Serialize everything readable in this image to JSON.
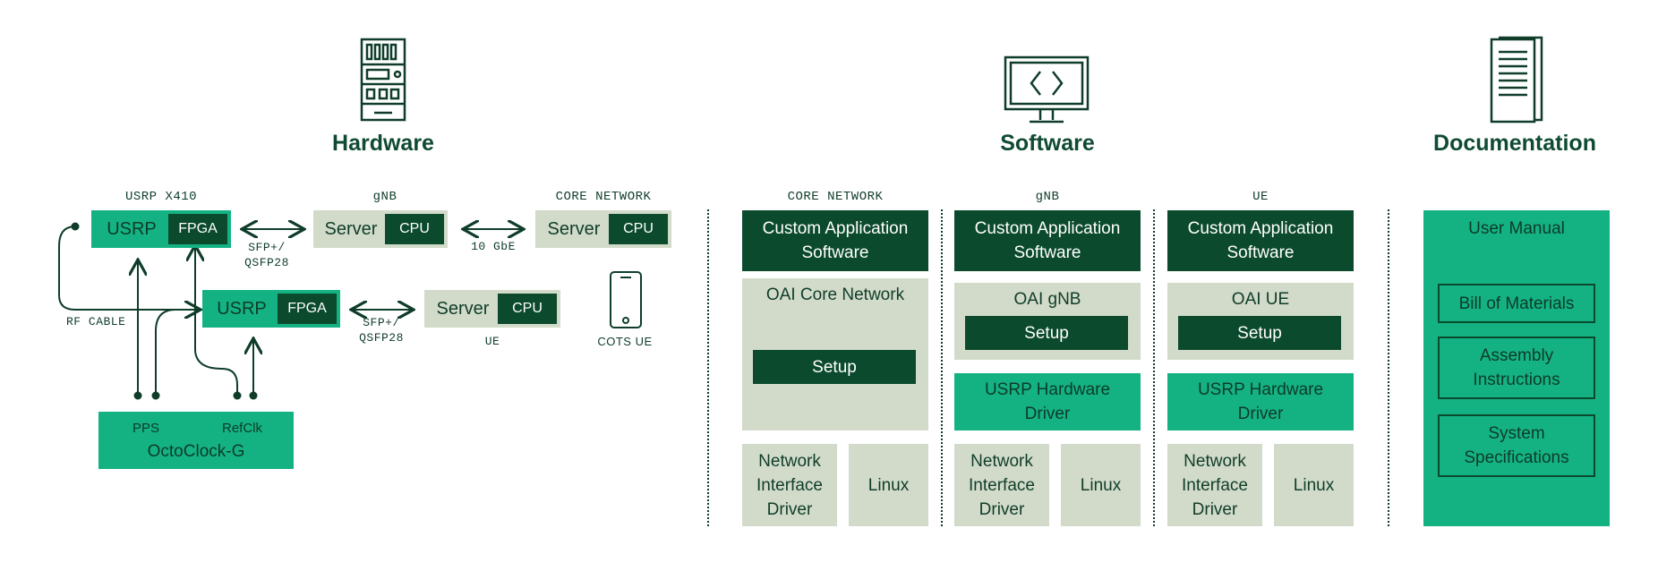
{
  "sections": {
    "hardware": "Hardware",
    "software": "Software",
    "documentation": "Documentation"
  },
  "hardware": {
    "usrp_x410_label": "USRP X410",
    "gnb_label": "gNB",
    "core_label": "CORE NETWORK",
    "usrp": "USRP",
    "fpga": "FPGA",
    "server": "Server",
    "cpu": "CPU",
    "link1": "SFP+/\nQSFP28",
    "link_10gbe": "10 GbE",
    "link2": "SFP+/\nQSFP28",
    "rf_cable": "RF CABLE",
    "ue_label": "UE",
    "cots_ue": "COTS UE",
    "pps": "PPS",
    "refclk": "RefClk",
    "octoclock": "OctoClock-G"
  },
  "software": {
    "columns": [
      {
        "label": "CORE NETWORK",
        "app": "Custom Application\nSoftware",
        "stack": "OAI Core Network",
        "setup": "Setup",
        "nic": "Network\nInterface\nDriver",
        "os": "Linux"
      },
      {
        "label": "gNB",
        "app": "Custom Application\nSoftware",
        "stack": "OAI gNB",
        "setup": "Setup",
        "driver": "USRP Hardware\nDriver",
        "nic": "Network\nInterface\nDriver",
        "os": "Linux"
      },
      {
        "label": "UE",
        "app": "Custom Application\nSoftware",
        "stack": "OAI UE",
        "setup": "Setup",
        "driver": "USRP Hardware\nDriver",
        "nic": "Network\nInterface\nDriver",
        "os": "Linux"
      }
    ]
  },
  "documentation": {
    "title": "User Manual",
    "items": [
      "Bill of Materials",
      "Assembly\nInstructions",
      "System\nSpecifications"
    ]
  },
  "colors": {
    "dark": "#0b4a2c",
    "green": "#14b283",
    "pale": "#d2dbc9"
  },
  "icons": [
    "server-rack-icon",
    "code-monitor-icon",
    "documents-icon",
    "smartphone-icon"
  ]
}
